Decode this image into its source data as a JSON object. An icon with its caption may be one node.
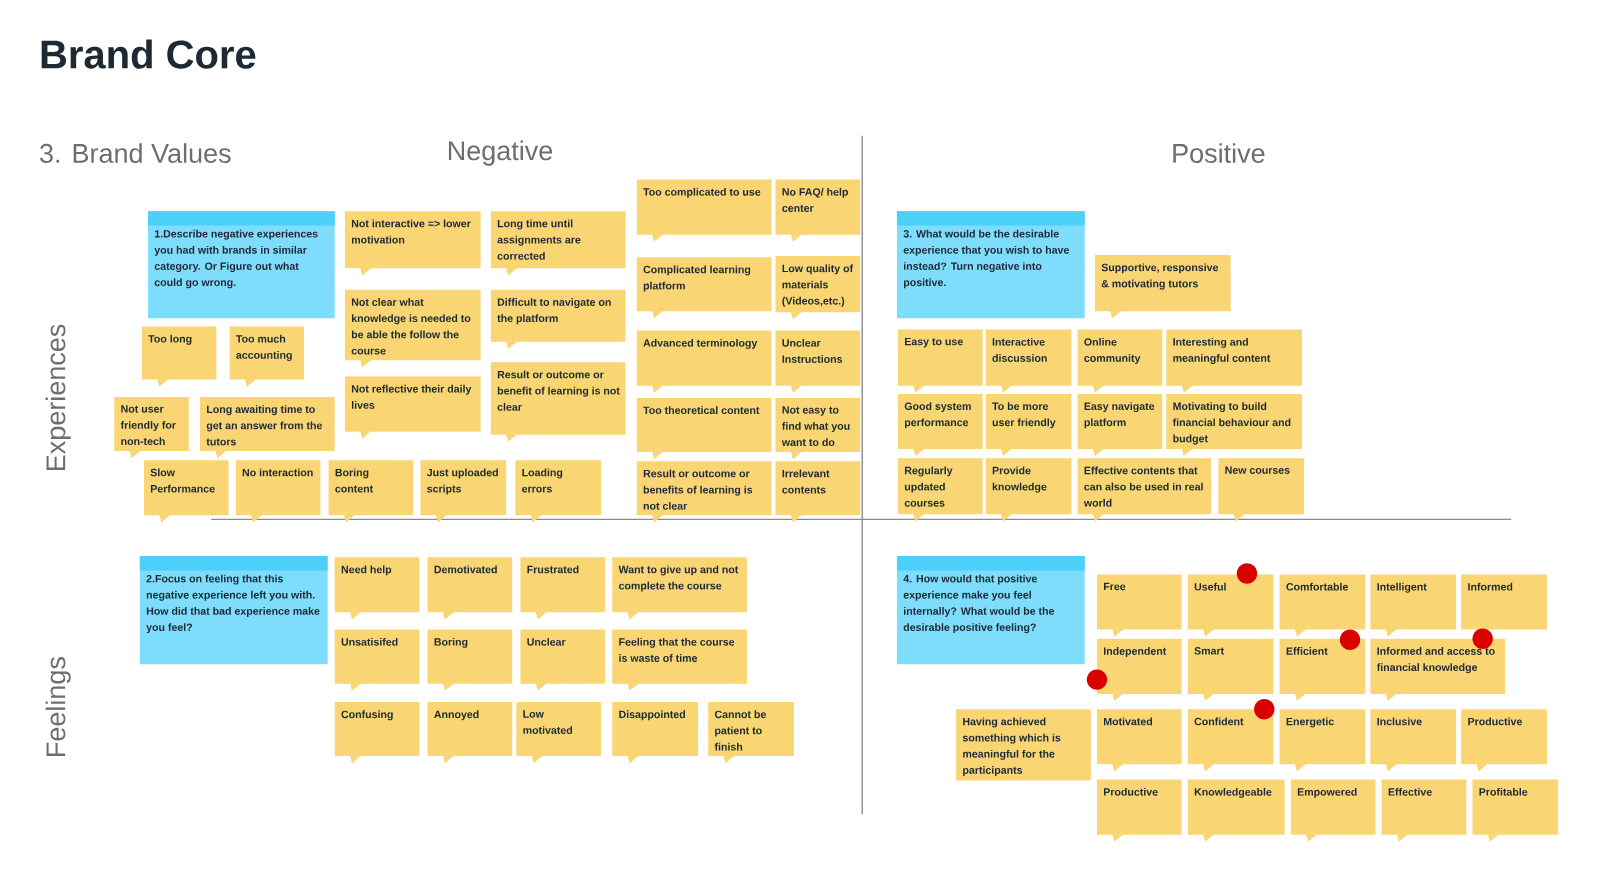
{
  "diagram": {
    "title": "Brand Core",
    "nodes": [
      {
        "text": [
          "1.Describe negative experiences you had with brands in similar category. Or Figure out what could go wrong."
        ]
      },
      {
        "text": [
          "Too long"
        ]
      },
      {
        "text": [
          "Too much accounting"
        ]
      },
      {
        "text": [
          "Not user friendly for non-tech"
        ]
      },
      {
        "text": [
          "Long awaiting time to get an answer from the tutors"
        ]
      },
      {
        "text": [
          "Slow Performance"
        ]
      },
      {
        "text": [
          "No interaction"
        ]
      },
      {
        "text": [
          "Boring content"
        ]
      },
      {
        "text": [
          "Just uploaded scripts"
        ]
      },
      {
        "text": [
          "Loading errors"
        ]
      },
      {
        "text": [
          "Not interactive => lower motivation"
        ]
      },
      {
        "text": [
          "Not clear what knowledge is needed to be able the follow the course"
        ]
      },
      {
        "text": [
          "Not reflective their daily lives"
        ]
      },
      {
        "text": [
          "Long time until assignments are corrected"
        ]
      },
      {
        "text": [
          "Difficult to navigate on the platform"
        ]
      },
      {
        "text": [
          "Result or outcome or benefit of learning is not clear"
        ]
      },
      {
        "text": [
          "Too complicated to use"
        ]
      },
      {
        "text": [
          "Complicated learning platform"
        ]
      },
      {
        "text": [
          "Advanced terminology"
        ]
      },
      {
        "text": [
          "Too theoretical content"
        ]
      },
      {
        "text": [
          "Result or outcome or benefits of learning is not clear"
        ]
      },
      {
        "text": [
          "No FAQ/ help center"
        ]
      },
      {
        "text": [
          "Low quality of materials (Videos,etc.)"
        ]
      },
      {
        "text": [
          "Unclear Instructions"
        ]
      },
      {
        "text": [
          "Not easy to find what you want to do"
        ]
      },
      {
        "text": [
          "Irrelevant contents"
        ]
      },
      {
        "text": [
          "3. What would be the desirable experience  that you wish to have instead? Turn negative into positive."
        ]
      },
      {
        "text": [
          "Supportive, responsive & motivating tutors"
        ]
      },
      {
        "text": [
          "Easy to use"
        ]
      },
      {
        "text": [
          "Interactive discussion"
        ]
      },
      {
        "text": [
          "Online community"
        ]
      },
      {
        "text": [
          "Interesting and meaningful content"
        ]
      },
      {
        "text": [
          "Good system performance"
        ]
      },
      {
        "text": [
          "To be more user friendly"
        ]
      },
      {
        "text": [
          "Easy navigate platform"
        ]
      },
      {
        "text": [
          "Motivating to build financial behaviour and budget"
        ]
      },
      {
        "text": [
          "Regularly updated courses"
        ]
      },
      {
        "text": [
          "Provide knowledge"
        ]
      },
      {
        "text": [
          "Effective contents that can also be used in real world"
        ]
      },
      {
        "text": [
          "New courses"
        ]
      },
      {
        "text": [
          "2.Focus on feeling that this negative experience left you with. How did that bad experience make you feel?"
        ]
      },
      {
        "text": [
          "Need help"
        ]
      },
      {
        "text": [
          "Demotivated"
        ]
      },
      {
        "text": [
          "Frustrated"
        ]
      },
      {
        "text": [
          "Want to give up and not complete the course"
        ]
      },
      {
        "text": [
          "Unsatisifed"
        ]
      },
      {
        "text": [
          "Boring"
        ]
      },
      {
        "text": [
          "Unclear"
        ]
      },
      {
        "text": [
          "Feeling that the course is waste of time"
        ]
      },
      {
        "text": [
          "Confusing"
        ]
      },
      {
        "text": [
          "Annoyed"
        ]
      },
      {
        "text": [
          "Low motivated"
        ]
      },
      {
        "text": [
          "Disappointed"
        ]
      },
      {
        "text": [
          "Cannot be patient to finish"
        ]
      },
      {
        "text": [
          "4. How would that positive experience make you feel internally? What would be the desirable positive feeling?"
        ]
      },
      {
        "text": [
          "Free"
        ]
      },
      {
        "text": [
          "Useful"
        ]
      },
      {
        "text": [
          "Comfortable"
        ]
      },
      {
        "text": [
          "Intelligent"
        ]
      },
      {
        "text": [
          "Informed"
        ]
      },
      {
        "text": [
          "Independent"
        ]
      },
      {
        "text": [
          "Smart"
        ]
      },
      {
        "text": [
          "Efficient"
        ]
      },
      {
        "text": [
          "Informed and access to financial knowledge"
        ]
      },
      {
        "text": [
          "Having achieved something which is meaningful for the participants"
        ]
      },
      {
        "text": [
          "Motivated"
        ]
      },
      {
        "text": [
          "Confident"
        ]
      },
      {
        "text": [
          "Energetic"
        ]
      },
      {
        "text": [
          "Inclusive"
        ]
      },
      {
        "text": [
          "Productive"
        ]
      },
      {
        "text": [
          "Productive"
        ]
      },
      {
        "text": [
          "Knowledgeable"
        ]
      },
      {
        "text": [
          "Empowered"
        ]
      },
      {
        "text": [
          "Effective"
        ]
      },
      {
        "text": [
          "Profitable"
        ]
      }
    ],
    "labels": [
      "3. Brand Values",
      "Negative",
      "Positive",
      "Experiences",
      "Feelings"
    ]
  }
}
